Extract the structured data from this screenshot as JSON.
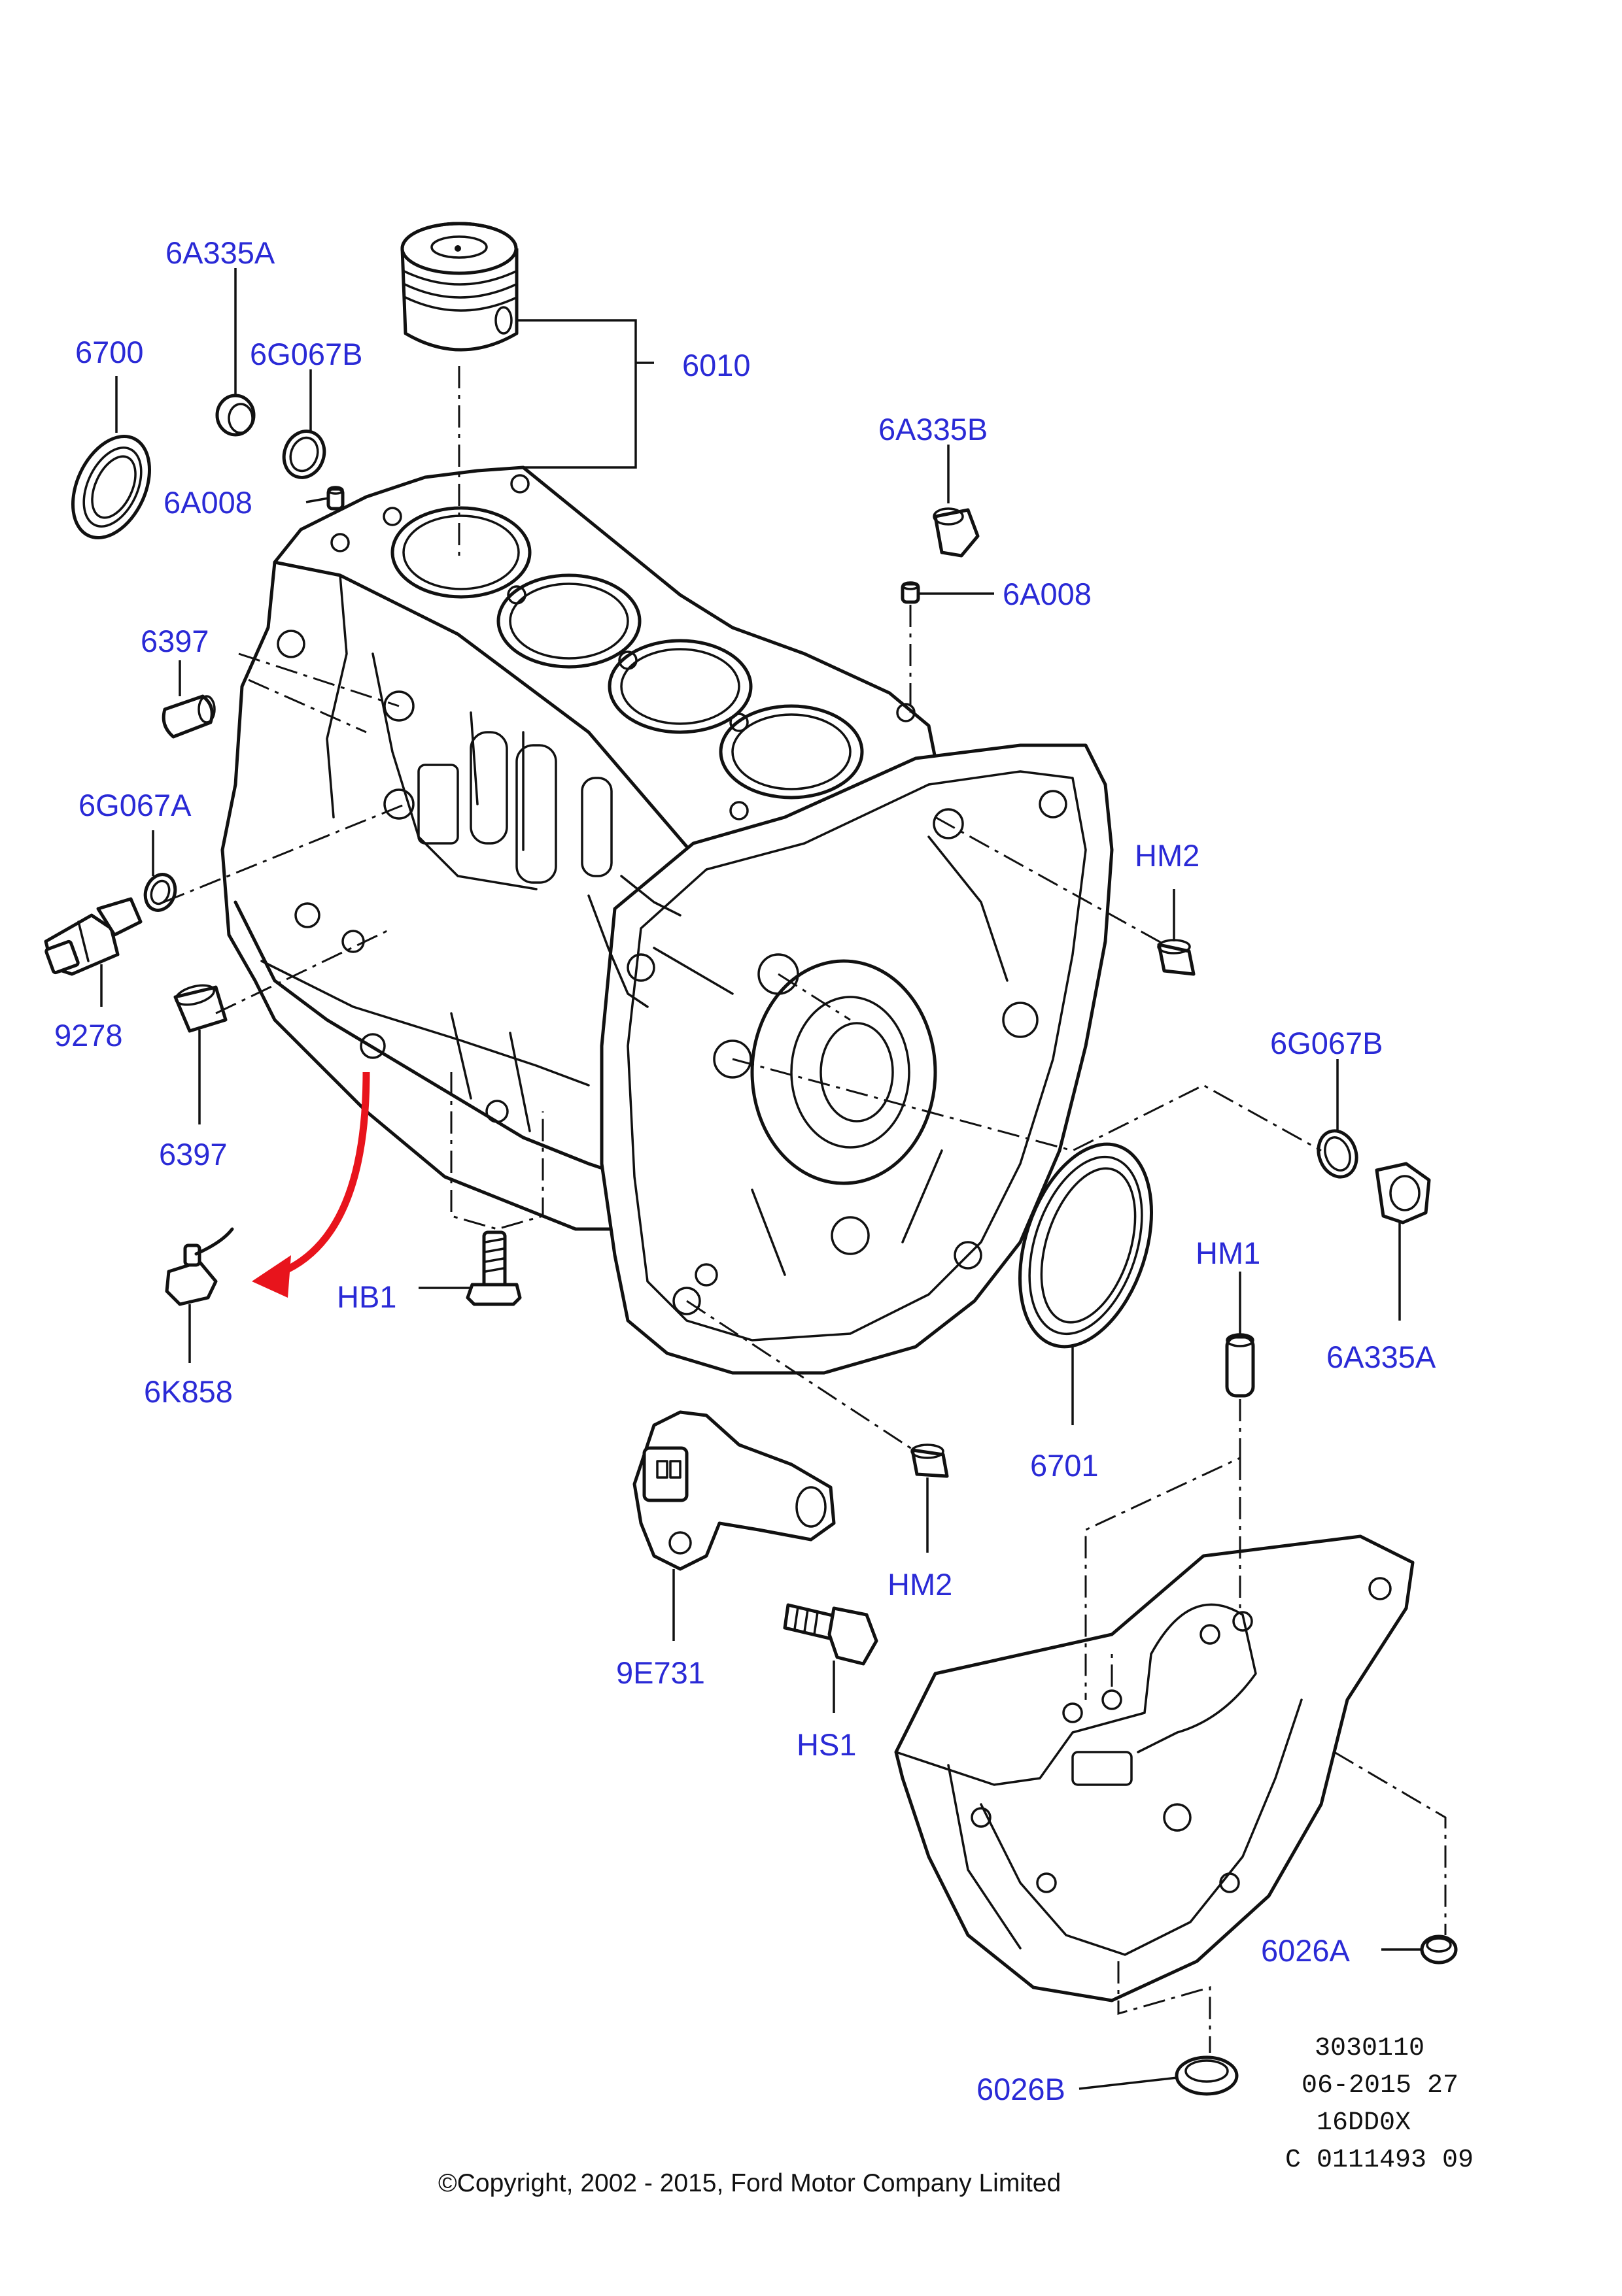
{
  "diagram": {
    "part_labels": [
      "6A335A",
      "6700",
      "6G067B",
      "6010",
      "6A008",
      "6A335B",
      "6A008",
      "6397",
      "6G067A",
      "HM2",
      "9278",
      "6397",
      "6G067B",
      "HM1",
      "6A335A",
      "HB1",
      "6K858",
      "6701",
      "HM2",
      "9E731",
      "HS1",
      "6026A",
      "6026B"
    ],
    "reference_block": [
      "3030110",
      "06-2015 27",
      "16DD0X",
      "C 0111493 09"
    ],
    "copyright": "©Copyright, 2002 - 2015, Ford Motor Company Limited",
    "colors": {
      "label_blue": "#2a2ad6",
      "arrow_red": "#e8141c",
      "line_black": "#111111",
      "background": "#ffffff"
    }
  }
}
